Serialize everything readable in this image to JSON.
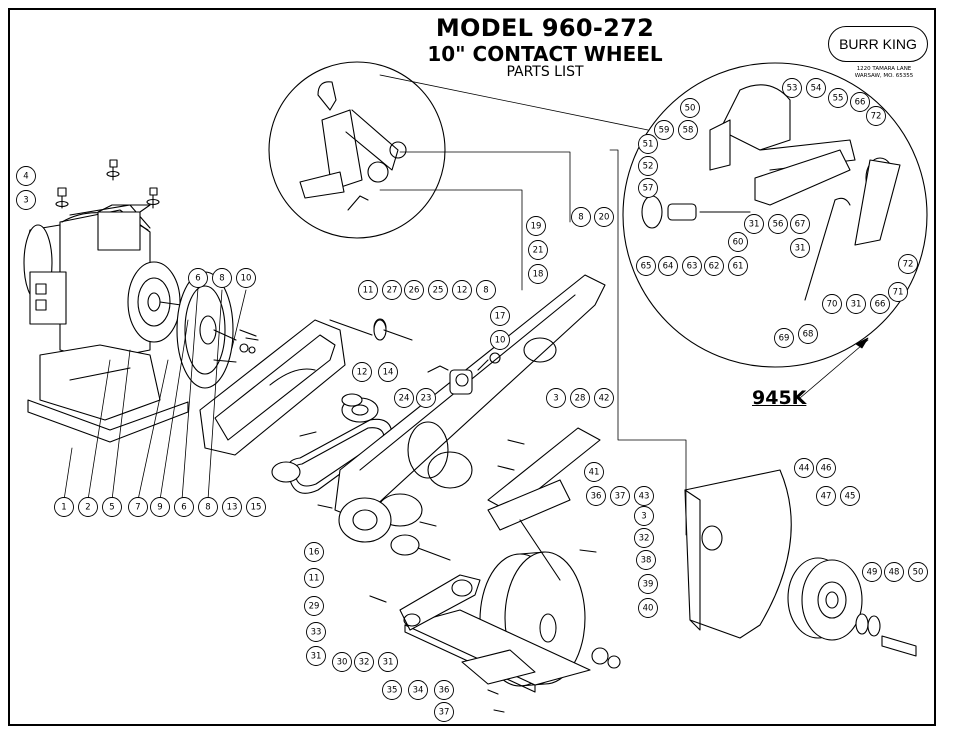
{
  "title": {
    "model": "MODEL 960-272",
    "subtitle": "10\" CONTACT WHEEL",
    "parts_list": "PARTS LIST"
  },
  "logo": {
    "brand": "BURR KING",
    "address_line1": "1220 TAMARA LANE",
    "address_line2": "WARSAW, MO. 65355"
  },
  "kit_label": "945K",
  "callouts": [
    {
      "label": "1"
    },
    {
      "label": "2"
    },
    {
      "label": "5"
    },
    {
      "label": "7"
    },
    {
      "label": "9"
    },
    {
      "label": "6"
    },
    {
      "label": "8"
    },
    {
      "label": "13"
    },
    {
      "label": "15"
    },
    {
      "label": "4"
    },
    {
      "label": "3"
    },
    {
      "label": "6"
    },
    {
      "label": "8"
    },
    {
      "label": "10"
    },
    {
      "label": "11"
    },
    {
      "label": "27"
    },
    {
      "label": "26"
    },
    {
      "label": "25"
    },
    {
      "label": "12"
    },
    {
      "label": "8"
    },
    {
      "label": "17"
    },
    {
      "label": "10"
    },
    {
      "label": "12"
    },
    {
      "label": "14"
    },
    {
      "label": "24"
    },
    {
      "label": "23"
    },
    {
      "label": "19"
    },
    {
      "label": "8"
    },
    {
      "label": "20"
    },
    {
      "label": "21"
    },
    {
      "label": "18"
    },
    {
      "label": "3"
    },
    {
      "label": "28"
    },
    {
      "label": "42"
    },
    {
      "label": "41"
    },
    {
      "label": "36"
    },
    {
      "label": "37"
    },
    {
      "label": "43"
    },
    {
      "label": "3"
    },
    {
      "label": "32"
    },
    {
      "label": "38"
    },
    {
      "label": "39"
    },
    {
      "label": "40"
    },
    {
      "label": "16"
    },
    {
      "label": "11"
    },
    {
      "label": "29"
    },
    {
      "label": "33"
    },
    {
      "label": "31"
    },
    {
      "label": "30"
    },
    {
      "label": "32"
    },
    {
      "label": "31"
    },
    {
      "label": "35"
    },
    {
      "label": "34"
    },
    {
      "label": "36"
    },
    {
      "label": "37"
    },
    {
      "label": "44"
    },
    {
      "label": "46"
    },
    {
      "label": "47"
    },
    {
      "label": "45"
    },
    {
      "label": "49"
    },
    {
      "label": "48"
    },
    {
      "label": "50"
    },
    {
      "label": "50"
    },
    {
      "label": "53"
    },
    {
      "label": "54"
    },
    {
      "label": "55"
    },
    {
      "label": "66"
    },
    {
      "label": "72"
    },
    {
      "label": "59"
    },
    {
      "label": "58"
    },
    {
      "label": "51"
    },
    {
      "label": "52"
    },
    {
      "label": "57"
    },
    {
      "label": "65"
    },
    {
      "label": "64"
    },
    {
      "label": "63"
    },
    {
      "label": "62"
    },
    {
      "label": "61"
    },
    {
      "label": "60"
    },
    {
      "label": "31"
    },
    {
      "label": "56"
    },
    {
      "label": "67"
    },
    {
      "label": "31"
    },
    {
      "label": "72"
    },
    {
      "label": "70"
    },
    {
      "label": "31"
    },
    {
      "label": "66"
    },
    {
      "label": "71"
    },
    {
      "label": "69"
    },
    {
      "label": "68"
    }
  ]
}
